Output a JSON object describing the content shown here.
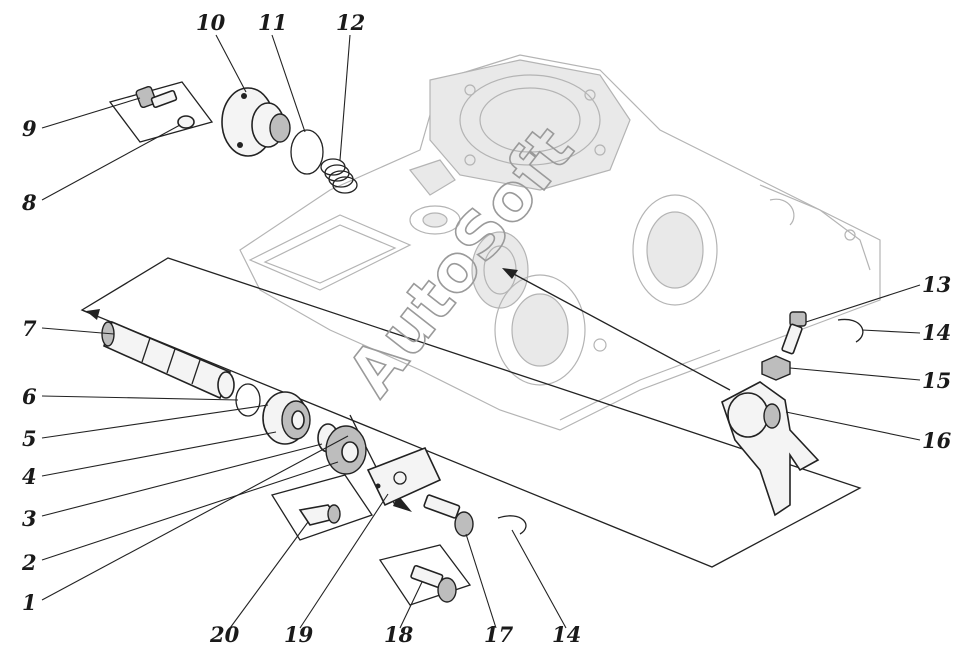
{
  "watermark": "AutoSoft",
  "callouts": [
    {
      "id": "1",
      "label": "1"
    },
    {
      "id": "2",
      "label": "2"
    },
    {
      "id": "3",
      "label": "3"
    },
    {
      "id": "4",
      "label": "4"
    },
    {
      "id": "5",
      "label": "5"
    },
    {
      "id": "6",
      "label": "6"
    },
    {
      "id": "7",
      "label": "7"
    },
    {
      "id": "8",
      "label": "8"
    },
    {
      "id": "9",
      "label": "9"
    },
    {
      "id": "10",
      "label": "10"
    },
    {
      "id": "11",
      "label": "11"
    },
    {
      "id": "12",
      "label": "12"
    },
    {
      "id": "13",
      "label": "13"
    },
    {
      "id": "14a",
      "label": "14"
    },
    {
      "id": "15",
      "label": "15"
    },
    {
      "id": "16",
      "label": "16"
    },
    {
      "id": "17",
      "label": "17"
    },
    {
      "id": "14b",
      "label": "14"
    },
    {
      "id": "18",
      "label": "18"
    },
    {
      "id": "19",
      "label": "19"
    },
    {
      "id": "20",
      "label": "20"
    }
  ]
}
